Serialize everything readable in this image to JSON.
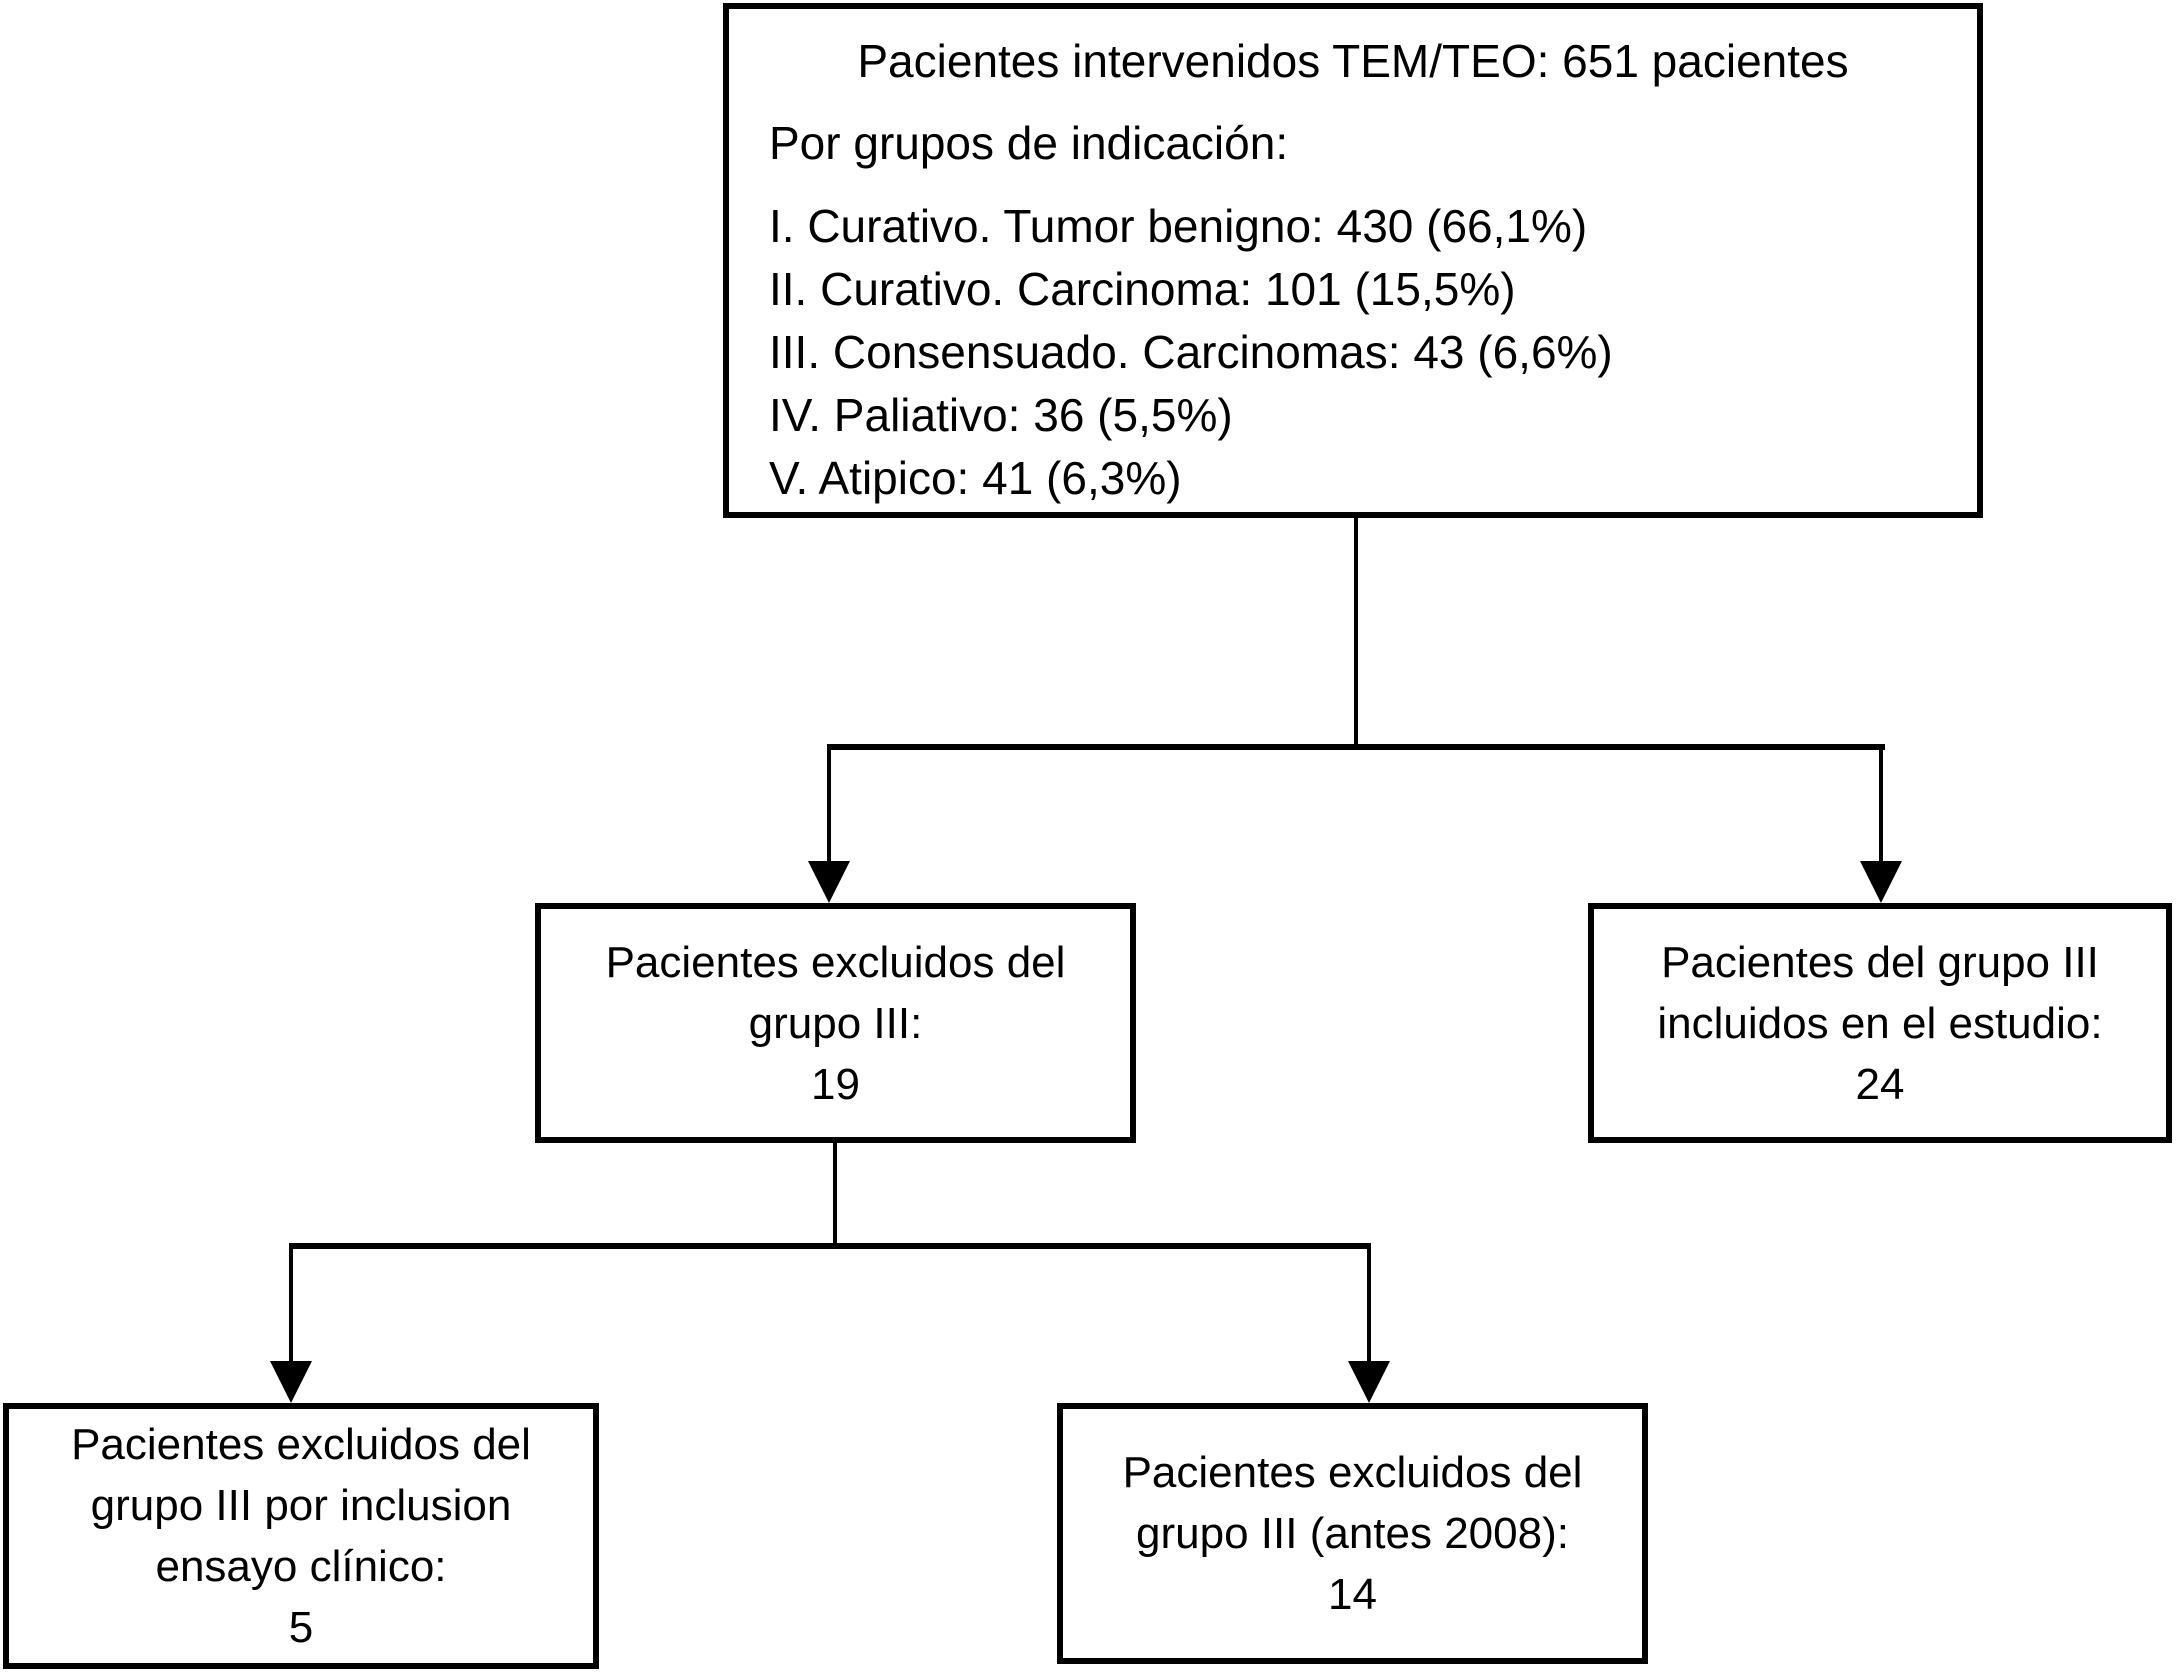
{
  "colors": {
    "line": "#000000",
    "text": "#000000",
    "background": "#ffffff"
  },
  "diagram": {
    "root": {
      "title": "Pacientes intervenidos TEM/TEO: 651 pacientes",
      "subtitle": "Por grupos de indicación:",
      "groups": [
        "I. Curativo. Tumor benigno: 430 (66,1%)",
        "II. Curativo. Carcinoma: 101 (15,5%)",
        "III. Consensuado. Carcinomas: 43 (6,6%)",
        "IV. Paliativo: 36 (5,5%)",
        "V. Atipico: 41 (6,3%)"
      ],
      "total_patients": 651
    },
    "excluded_group3": {
      "lines": [
        "Pacientes excluidos del",
        "grupo III:",
        "19"
      ],
      "value": 19
    },
    "included_study": {
      "lines": [
        "Pacientes del grupo III",
        "incluidos en el estudio:",
        "24"
      ],
      "value": 24
    },
    "excluded_trial": {
      "lines": [
        "Pacientes excluidos del",
        "grupo III por inclusion",
        "ensayo clínico:",
        "5"
      ],
      "value": 5
    },
    "excluded_before_2008": {
      "lines": [
        "Pacientes excluidos del",
        "grupo III (antes 2008):",
        "14"
      ],
      "value": 14
    }
  }
}
